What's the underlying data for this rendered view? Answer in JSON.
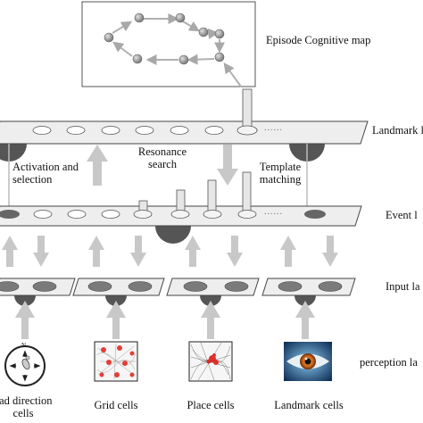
{
  "labels": {
    "episode_map": "Episode Cognitive map",
    "landmark_layer": "Landmark l",
    "event_layer": "Event l",
    "input_layer": "Input la",
    "perception_layer": "perception la",
    "activation_line1": "Activation and",
    "activation_line2": "selection",
    "resonance_line1": "Resonance",
    "resonance_line2": "search",
    "template_line1": "Template",
    "template_line2": "matching",
    "head_direction_line1": "ead direction",
    "head_direction_line2": "cells",
    "grid_cells": "Grid cells",
    "place_cells": "Place cells",
    "landmark_cells": "Landmark cells",
    "compass_n": "N",
    "dots": "......"
  },
  "icons": {
    "head_direction": "compass-rat-icon",
    "grid": "grid-cell-firing-map-icon",
    "place": "place-cell-firing-map-icon",
    "landmark": "eye-icon"
  },
  "colors": {
    "layer_fill": "#eeeeee",
    "hemisphere": "#555555",
    "arrow": "#c8c8c8",
    "node": "#909090",
    "firing": "#e0201a",
    "eye_iris": "#d2691e",
    "eye_bg": "#1a6fb0"
  }
}
